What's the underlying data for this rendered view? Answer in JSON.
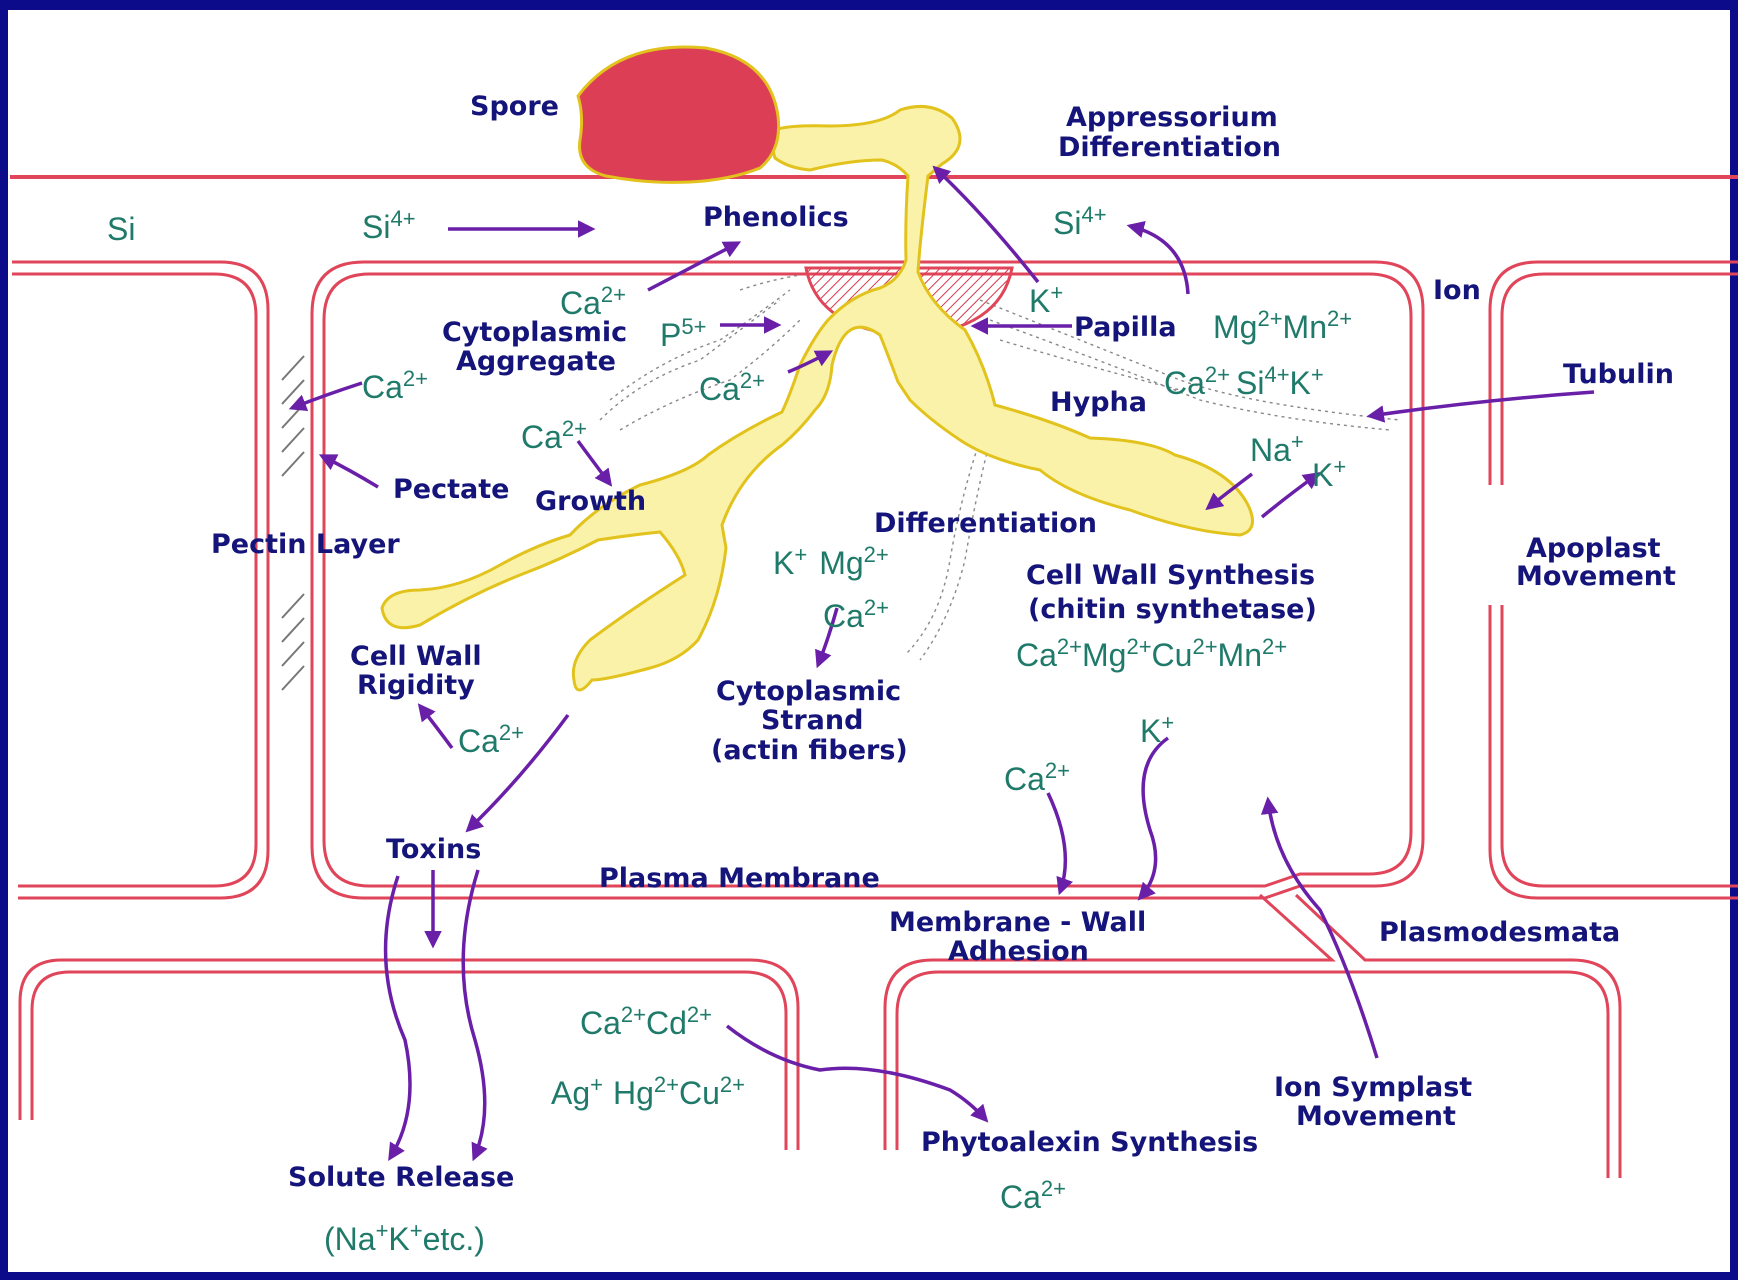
{
  "colors": {
    "frame": "#0c0c8a",
    "wall": "#e0455a",
    "fungus_fill": "#faf2a8",
    "fungus_stroke": "#e2c21c",
    "spore": "#dc3f55",
    "label": "#14147a",
    "ion": "#1f7a6a",
    "arrow": "#6a1fa8"
  },
  "labels": {
    "spore": "Spore",
    "appressorium_1": "Appressorium",
    "appressorium_2": "Differentiation",
    "phenolics": "Phenolics",
    "ion": "Ion",
    "papilla": "Papilla",
    "cyto_aggregate_1": "Cytoplasmic",
    "cyto_aggregate_2": "Aggregate",
    "hypha": "Hypha",
    "tubulin": "Tubulin",
    "pectate": "Pectate",
    "growth": "Growth",
    "pectin_layer": "Pectin Layer",
    "differentiation": "Differentiation",
    "apoplast_1": "Apoplast",
    "apoplast_2": "Movement",
    "cell_wall_synthesis_1": "Cell Wall Synthesis",
    "cell_wall_synthesis_2": "(chitin synthetase)",
    "cell_wall_rigidity_1": "Cell Wall",
    "cell_wall_rigidity_2": "Rigidity",
    "cyto_strand_1": "Cytoplasmic",
    "cyto_strand_2": "Strand",
    "cyto_strand_3": "(actin fibers)",
    "toxins": "Toxins",
    "plasma_membrane": "Plasma Membrane",
    "membrane_wall_1": "Membrane - Wall",
    "membrane_wall_2": "Adhesion",
    "plasmodesmata": "Plasmodesmata",
    "ion_symplast_1": "Ion Symplast",
    "ion_symplast_2": "Movement",
    "phytoalexin": "Phytoalexin Synthesis",
    "solute_release": "Solute Release"
  },
  "ions": {
    "si": "Si",
    "si4_top_base": "Si",
    "si4_top_sup": "4+",
    "si4_right_base": "Si",
    "si4_right_sup": "4+",
    "ca_phen_base": "Ca",
    "ca_phen_sup": "2+",
    "k_papilla_base": "K",
    "k_papilla_sup": "+",
    "p5_base": "P",
    "p5_sup": "5+",
    "ca_agg_base": "Ca",
    "ca_agg_sup": "2+",
    "ca_pectin_base": "Ca",
    "ca_pectin_sup": "2+",
    "mg_base": "Mg",
    "mg_sup": "2+",
    "mn_base": "Mn",
    "mn_sup": "2+",
    "ca_r_base": "Ca",
    "ca_r_sup": "2+",
    "si_r_base": "Si",
    "si_r_sup": "4+",
    "k_r_base": "K",
    "k_r_sup": "+",
    "ca_growth_base": "Ca",
    "ca_growth_sup": "2+",
    "na_base": "Na",
    "na_sup": "+",
    "k_tip_base": "K",
    "k_tip_sup": "+",
    "k_mid_base": "K",
    "k_mid_sup": "+",
    "mg_mid_base": "Mg",
    "mg_mid_sup": "2+",
    "ca_mid_base": "Ca",
    "ca_mid_sup": "2+",
    "cw_ca_base": "Ca",
    "cw_ca_sup": "2+",
    "cw_mg_base": "Mg",
    "cw_mg_sup": "2+",
    "cw_cu_base": "Cu",
    "cw_cu_sup": "2+",
    "cw_mn_base": "Mn",
    "cw_mn_sup": "2+",
    "ca_rig_base": "Ca",
    "ca_rig_sup": "2+",
    "k_low_base": "K",
    "k_low_sup": "+",
    "ca_low_base": "Ca",
    "ca_low_sup": "2+",
    "ph_ca_base": "Ca",
    "ph_ca_sup": "2+",
    "ph_cd_base": "Cd",
    "ph_cd_sup": "2+",
    "ag_base": "Ag",
    "ag_sup": "+",
    "hg_base": "Hg",
    "hg_sup": "2+",
    "cu_base": "Cu",
    "cu_sup": "2+",
    "ca_bottom_base": "Ca",
    "ca_bottom_sup": "2+",
    "solute_open": "(Na",
    "solute_plus1": "+",
    "solute_k": "K",
    "solute_plus2": "+",
    "solute_etc": "etc.)"
  }
}
